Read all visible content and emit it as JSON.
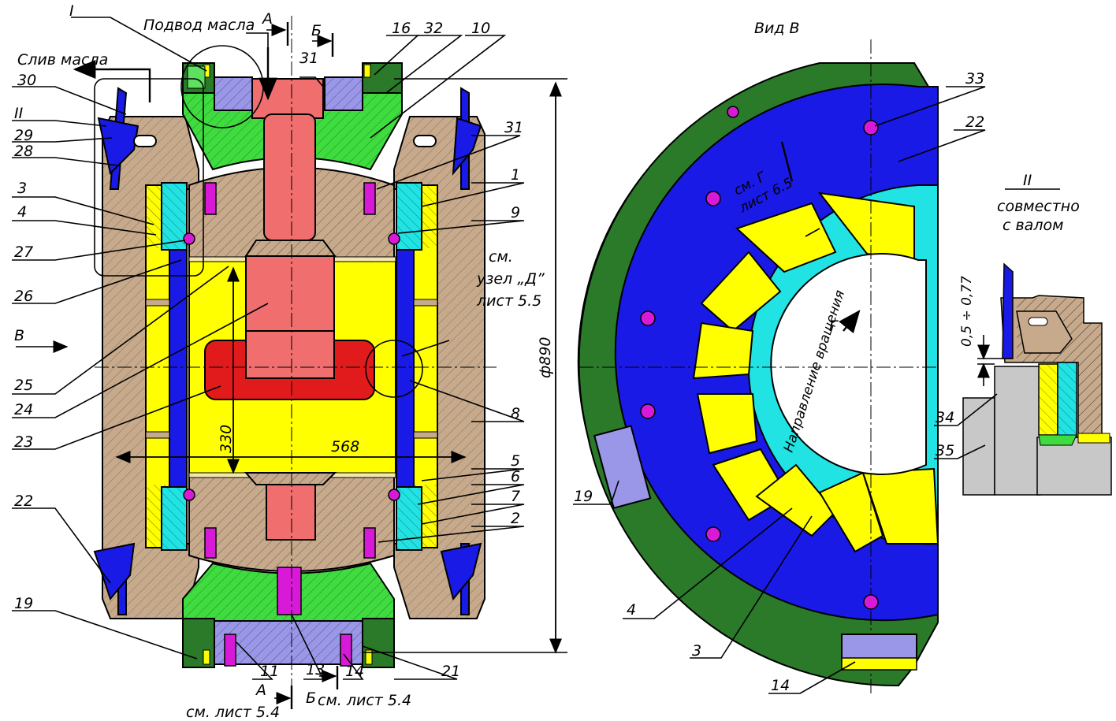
{
  "labels": {
    "section_I": "I",
    "section_II": "II",
    "oil_supply": "Подвод масла",
    "oil_drain": "Слив масла",
    "section_A_top": "А",
    "section_B_top": "Б",
    "section_A_bottom": "А",
    "section_B_bottom": "Б",
    "see_sheet_54_left": "см. лист 5.4",
    "see_sheet_54_right": "см. лист 5.4",
    "see_node_d_1": "см.",
    "see_node_d_2": "узел „Д”",
    "see_node_d_3": "лист 5.5",
    "arrow_B": "В",
    "dim_diameter": "ф890",
    "dim_330": "330",
    "dim_568": "568",
    "view_B_title": "Вид В",
    "see_g_1": "см. Г",
    "see_g_2": "лист 6.5",
    "rotation_dir": "Направление вращения",
    "g_mark": "Г",
    "detail_II_title": "II",
    "detail_II_sub1": "совместно",
    "detail_II_sub2": "с валом",
    "dim_gap": "0,5 ÷ 0,77"
  },
  "callouts": {
    "n1": "1",
    "n2": "2",
    "n3": "3",
    "n4": "4",
    "n5": "5",
    "n6": "6",
    "n7": "7",
    "n8": "8",
    "n9": "9",
    "n10": "10",
    "n11": "11",
    "n13": "13",
    "n14": "14",
    "n16": "16",
    "n19": "19",
    "n21": "21",
    "n22": "22",
    "n23": "23",
    "n24": "24",
    "n25": "25",
    "n26": "26",
    "n27": "27",
    "n28": "28",
    "n29": "29",
    "n30": "30",
    "n31a": "31",
    "n31b": "31",
    "n32": "32",
    "v33": "33",
    "v22": "22",
    "v19": "19",
    "v4": "4",
    "v3": "3",
    "v14": "14",
    "d34": "34",
    "d35": "35"
  },
  "colors": {
    "housing": "#c7a98b",
    "cap": "#3fdc3f",
    "plate": "#9a97e8",
    "shaft": "#f06e6e",
    "core": "#e11b1b",
    "insert": "#ffff00",
    "blue": "#1a1ae6",
    "cyan": "#22e3e3",
    "ring_green": "#2a7a2a",
    "bolt": "#d81ad8",
    "grey": "#c8c8c8"
  }
}
